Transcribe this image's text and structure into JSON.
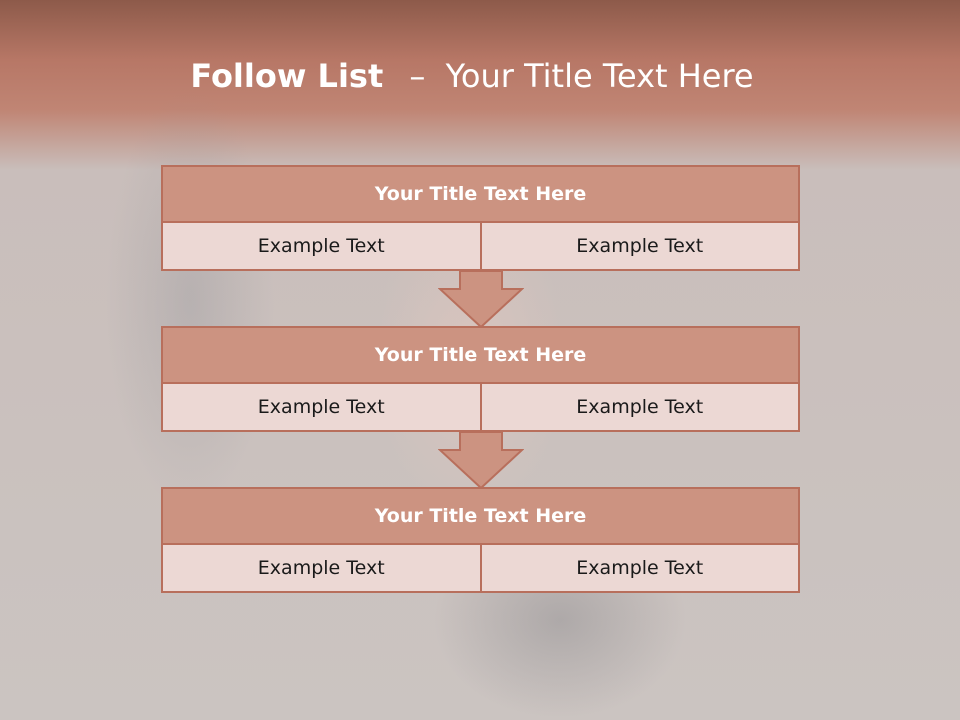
{
  "slide": {
    "title_bold": "Follow List",
    "title_separator": "–",
    "title_rest": "Your Title Text Here"
  },
  "blocks": [
    {
      "title": "Your Title Text Here",
      "cells": [
        "Example Text",
        "Example Text"
      ]
    },
    {
      "title": "Your Title Text Here",
      "cells": [
        "Example Text",
        "Example Text"
      ]
    },
    {
      "title": "Your Title Text Here",
      "cells": [
        "Example Text",
        "Example Text"
      ]
    }
  ],
  "colors": {
    "header": "#b77766",
    "block_title_fill": "#cc9381",
    "block_cell_fill": "#ecd8d4",
    "border": "#b86f5c"
  }
}
